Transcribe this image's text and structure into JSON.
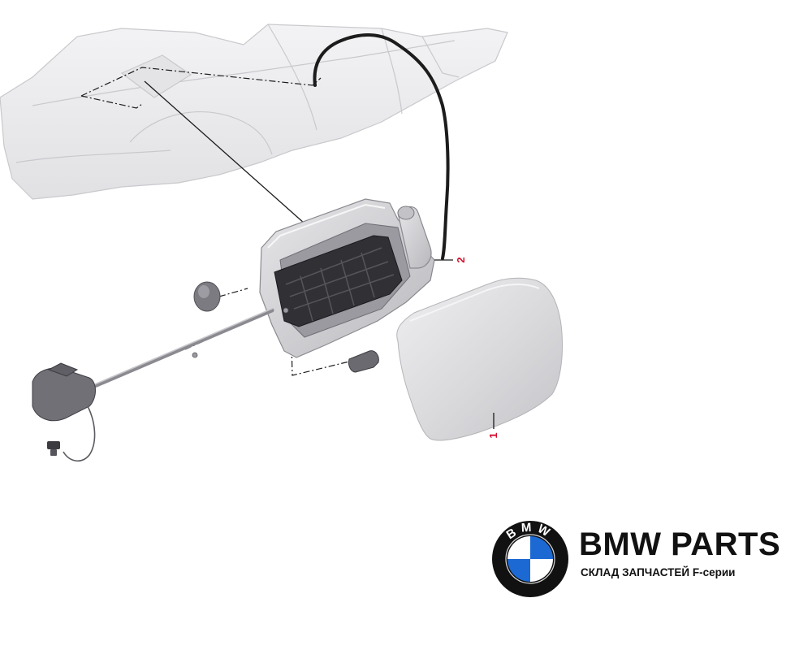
{
  "diagram": {
    "callouts": [
      {
        "id": "part-1",
        "label": "1"
      },
      {
        "id": "part-2",
        "label": "2"
      }
    ],
    "colors": {
      "body_panel": "#ececef",
      "body_outline": "#c9c9cd",
      "housing": "#d8d8dc",
      "housing_outline": "#8a8a90",
      "lid": "#dcdcdf",
      "frame_dark": "#303035",
      "leader_line": "#1c1c1c",
      "callout": "#d3102e"
    }
  },
  "brand": {
    "title": "BMW PARTS",
    "subtitle": "СКЛАД ЗАПЧАСТЕЙ F-серии",
    "logo_ring_text": "BMW",
    "logo_icon": "bmw-roundel-icon",
    "colors": {
      "text": "#111111",
      "ring": "#111111",
      "blue": "#1c69d4",
      "white": "#ffffff"
    }
  }
}
